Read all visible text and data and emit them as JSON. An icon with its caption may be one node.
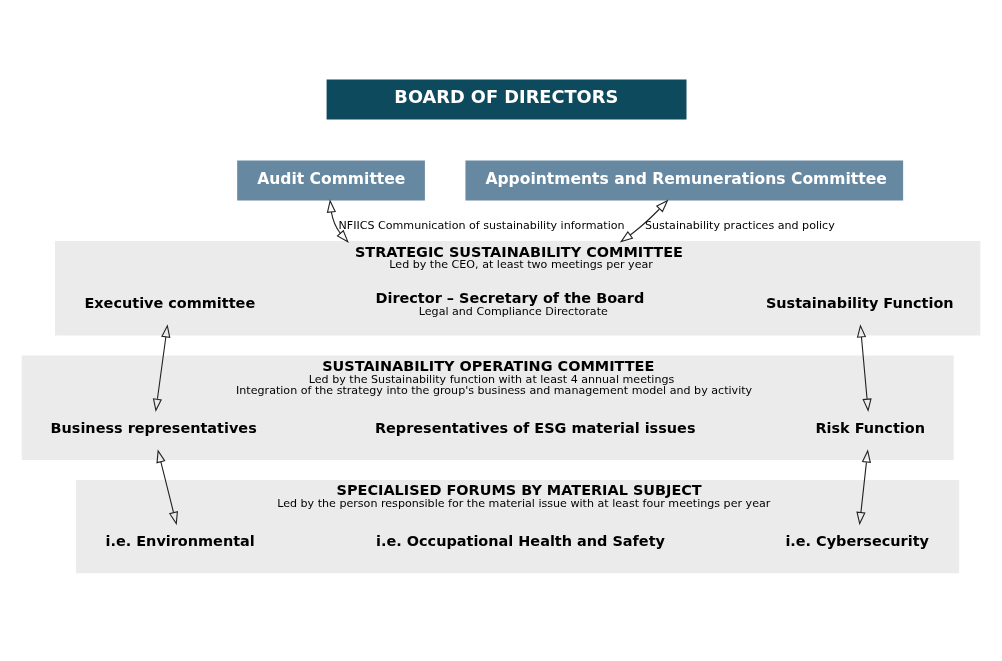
{
  "diagram": {
    "nodes": [
      {
        "text": [
          "BOARD OF DIRECTORS"
        ]
      },
      {
        "text": [
          "Audit Committee"
        ]
      },
      {
        "text": [
          "Appointments and Remunerations Committee"
        ]
      },
      {
        "text": [
          "STRATEGIC SUSTAINABILITY COMMITTEE",
          "Led by the CEO, at least two meetings per year"
        ]
      },
      {
        "text": [
          "Executive committee"
        ],
        "in": 3
      },
      {
        "text": [
          "Director – Secretary of the Board",
          "Legal and Compliance Directorate"
        ],
        "in": 3
      },
      {
        "text": [
          "Sustainability Function"
        ],
        "in": 3
      },
      {
        "text": [
          "SUSTAINABILITY OPERATING COMMITTEE",
          "Led by the Sustainability function with at least 4 annual meetings",
          "Integration of the strategy into the group's business and management model and by activity"
        ]
      },
      {
        "text": [
          "Business representatives"
        ],
        "in": 7
      },
      {
        "text": [
          "Representatives of ESG material issues"
        ],
        "in": 7
      },
      {
        "text": [
          "Risk Function"
        ],
        "in": 7
      },
      {
        "text": [
          "SPECIALISED FORUMS BY MATERIAL SUBJECT",
          "Led by the person responsible for the material issue with at least four meetings per year"
        ]
      },
      {
        "text": [
          "i.e. Environmental"
        ],
        "in": 11
      },
      {
        "text": [
          "i.e. Occupational Health and Safety"
        ],
        "in": 11
      },
      {
        "text": [
          "i.e. Cybersecurity"
        ],
        "in": 11
      }
    ],
    "edges": [
      {
        "from": 1,
        "to": 3,
        "arrow": "both",
        "label": "NFIICS Communication of sustainability information"
      },
      {
        "from": 2,
        "to": 3,
        "arrow": "both",
        "label": "Sustainability practices and policy"
      },
      {
        "from": 4,
        "to": 8,
        "arrow": "both"
      },
      {
        "from": 6,
        "to": 10,
        "arrow": "both"
      },
      {
        "from": 8,
        "to": 12,
        "arrow": "both"
      },
      {
        "from": 10,
        "to": 14,
        "arrow": "both"
      }
    ]
  }
}
